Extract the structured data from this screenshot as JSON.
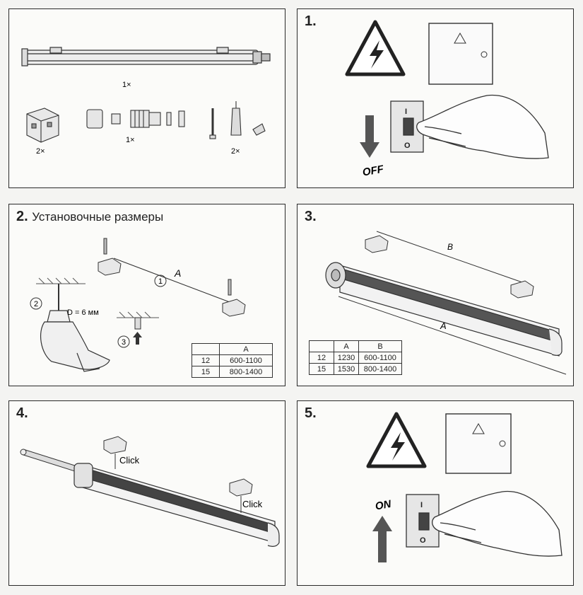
{
  "kit": {
    "lamp_qty": "1×",
    "bracket_qty": "2×",
    "gland_qty": "1×",
    "screw_qty": "2×"
  },
  "step1": {
    "number": "1.",
    "off_label": "OFF",
    "switch_on_mark": "I",
    "switch_off_mark": "O"
  },
  "step2": {
    "number": "2.",
    "title": "Установочные размеры",
    "dim_label": "A",
    "drill_label": "D = 6 мм",
    "markers": [
      "1",
      "2",
      "3"
    ],
    "table": {
      "header": [
        "",
        "A"
      ],
      "rows": [
        [
          "12",
          "600-1100"
        ],
        [
          "15",
          "800-1400"
        ]
      ]
    }
  },
  "step3": {
    "number": "3.",
    "label_a": "A",
    "label_b": "B",
    "table": {
      "header": [
        "",
        "A",
        "B"
      ],
      "rows": [
        [
          "12",
          "1230",
          "600-1100"
        ],
        [
          "15",
          "1530",
          "800-1400"
        ]
      ]
    }
  },
  "step4": {
    "number": "4.",
    "click1": "Click",
    "click2": "Click"
  },
  "step5": {
    "number": "5.",
    "on_label": "ON",
    "switch_on_mark": "I",
    "switch_off_mark": "O"
  }
}
